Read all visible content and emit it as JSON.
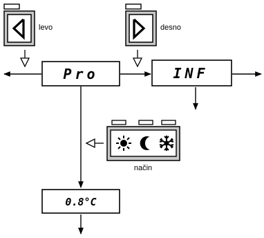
{
  "buttons": {
    "left": {
      "label": "levo",
      "icon": "left-arrow-icon"
    },
    "right": {
      "label": "desno",
      "icon": "right-arrow-icon"
    }
  },
  "screens": {
    "main": "Pro",
    "info": "INF",
    "temperature": "0.8°C"
  },
  "mode_panel": {
    "label": "način",
    "icons": [
      "sun-icon",
      "moon-icon",
      "snowflake-icon"
    ]
  }
}
